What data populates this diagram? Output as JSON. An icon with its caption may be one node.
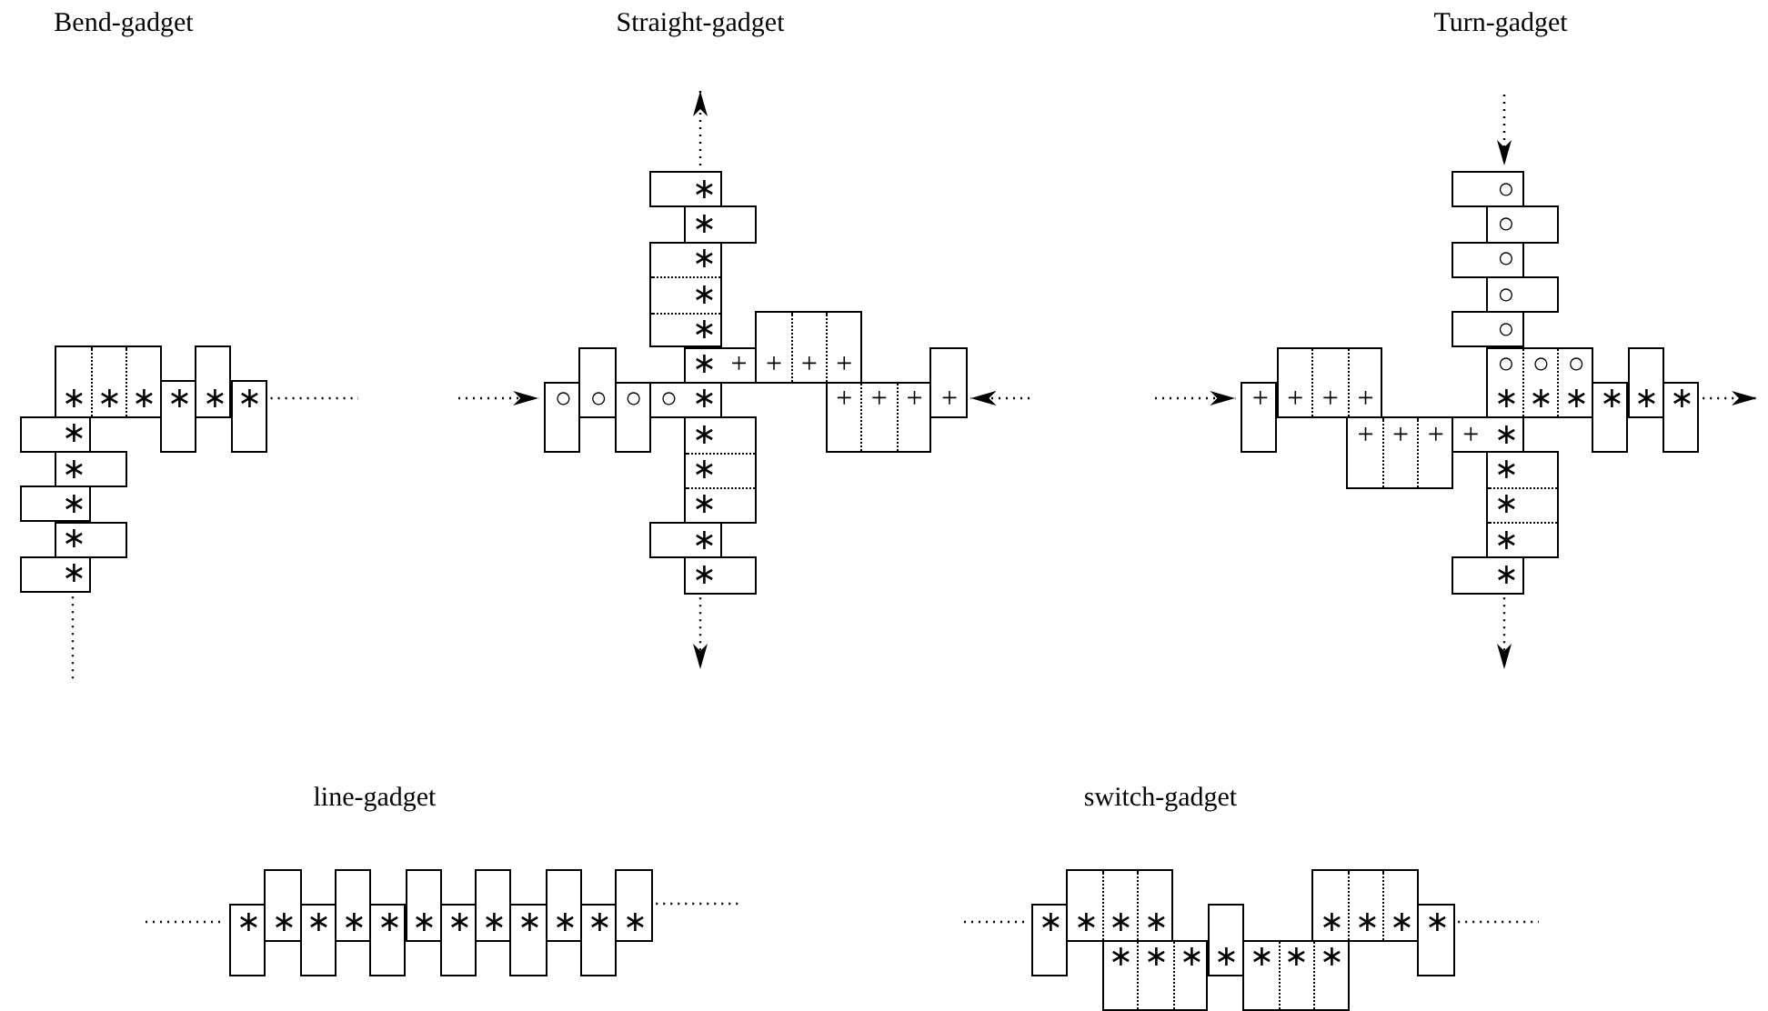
{
  "diagram": {
    "nodes": [
      {
        "text": [
          "∗",
          "∗",
          "∗"
        ]
      },
      {
        "text": [
          "∗"
        ]
      },
      {
        "text": [
          "∗"
        ]
      },
      {
        "text": [
          "∗"
        ]
      },
      {
        "text": [
          "∗"
        ]
      },
      {
        "text": [
          "∗"
        ]
      },
      {
        "text": [
          "∗"
        ]
      },
      {
        "text": [
          "∗"
        ]
      },
      {
        "text": [
          "∗"
        ]
      },
      {
        "text": [
          "∗"
        ]
      },
      {
        "text": [
          "∗"
        ]
      },
      {
        "text": [
          "∗",
          "∗",
          "∗"
        ]
      },
      {
        "text": [
          "+",
          "+",
          "+"
        ]
      },
      {
        "text": [
          "∗",
          "+"
        ]
      },
      {
        "text": [
          "○"
        ]
      },
      {
        "text": [
          "○"
        ]
      },
      {
        "text": [
          "○"
        ]
      },
      {
        "text": [
          "○",
          "∗"
        ]
      },
      {
        "text": [
          "+",
          "+",
          "+"
        ]
      },
      {
        "text": [
          "+"
        ]
      },
      {
        "text": [
          "∗",
          "∗",
          "∗"
        ]
      },
      {
        "text": [
          "∗"
        ]
      },
      {
        "text": [
          "∗"
        ]
      },
      {
        "text": [
          "○"
        ]
      },
      {
        "text": [
          "○"
        ]
      },
      {
        "text": [
          "○"
        ]
      },
      {
        "text": [
          "○"
        ]
      },
      {
        "text": [
          "○"
        ]
      },
      {
        "text": [
          "+",
          "+",
          "+"
        ]
      },
      {
        "text": [
          "○",
          "○",
          "○",
          "∗",
          "∗",
          "∗"
        ]
      },
      {
        "text": [
          "∗"
        ]
      },
      {
        "text": [
          "+"
        ]
      },
      {
        "text": [
          "∗"
        ]
      },
      {
        "text": [
          "∗"
        ]
      },
      {
        "text": [
          "+",
          "+",
          "+"
        ]
      },
      {
        "text": [
          "+",
          "∗"
        ]
      },
      {
        "text": [
          "∗",
          "∗",
          "∗"
        ]
      },
      {
        "text": [
          "∗"
        ]
      },
      {
        "text": [
          "∗"
        ]
      },
      {
        "text": [
          "∗"
        ]
      },
      {
        "text": [
          "∗"
        ]
      },
      {
        "text": [
          "∗"
        ]
      },
      {
        "text": [
          "∗"
        ]
      },
      {
        "text": [
          "∗"
        ]
      },
      {
        "text": [
          "∗"
        ]
      },
      {
        "text": [
          "∗"
        ]
      },
      {
        "text": [
          "∗"
        ]
      },
      {
        "text": [
          "∗"
        ]
      },
      {
        "text": [
          "∗"
        ]
      },
      {
        "text": [
          "∗"
        ]
      },
      {
        "text": [
          "∗"
        ]
      },
      {
        "text": [
          "∗",
          "∗",
          "∗"
        ]
      },
      {
        "text": [
          "∗",
          "∗",
          "∗"
        ]
      },
      {
        "text": [
          "∗"
        ]
      },
      {
        "text": [
          "∗",
          "∗",
          "∗"
        ]
      },
      {
        "text": [
          "∗",
          "∗",
          "∗"
        ]
      },
      {
        "text": [
          "∗"
        ]
      }
    ],
    "edges": [
      {
        "from": 3,
        "to": null,
        "arrow": "none"
      },
      {
        "from": 8,
        "to": null,
        "arrow": "none"
      },
      {
        "from": null,
        "to": 14,
        "arrow": "to"
      },
      {
        "from": null,
        "to": 19,
        "arrow": "to"
      },
      {
        "from": 9,
        "to": null,
        "arrow": "to"
      },
      {
        "from": 22,
        "to": null,
        "arrow": "to"
      },
      {
        "from": null,
        "to": 23,
        "arrow": "to"
      },
      {
        "from": null,
        "to": 31,
        "arrow": "to"
      },
      {
        "from": 33,
        "to": null,
        "arrow": "to"
      },
      {
        "from": 37,
        "to": null,
        "arrow": "to"
      },
      {
        "from": null,
        "to": 38,
        "arrow": "none"
      },
      {
        "from": 49,
        "to": null,
        "arrow": "none"
      },
      {
        "from": null,
        "to": 50,
        "arrow": "none"
      },
      {
        "from": 56,
        "to": null,
        "arrow": "none"
      }
    ],
    "labels": [
      "Bend-gadget",
      "Straight-gadget",
      "Turn-gadget",
      "line-gadget",
      "switch-gadget"
    ]
  }
}
